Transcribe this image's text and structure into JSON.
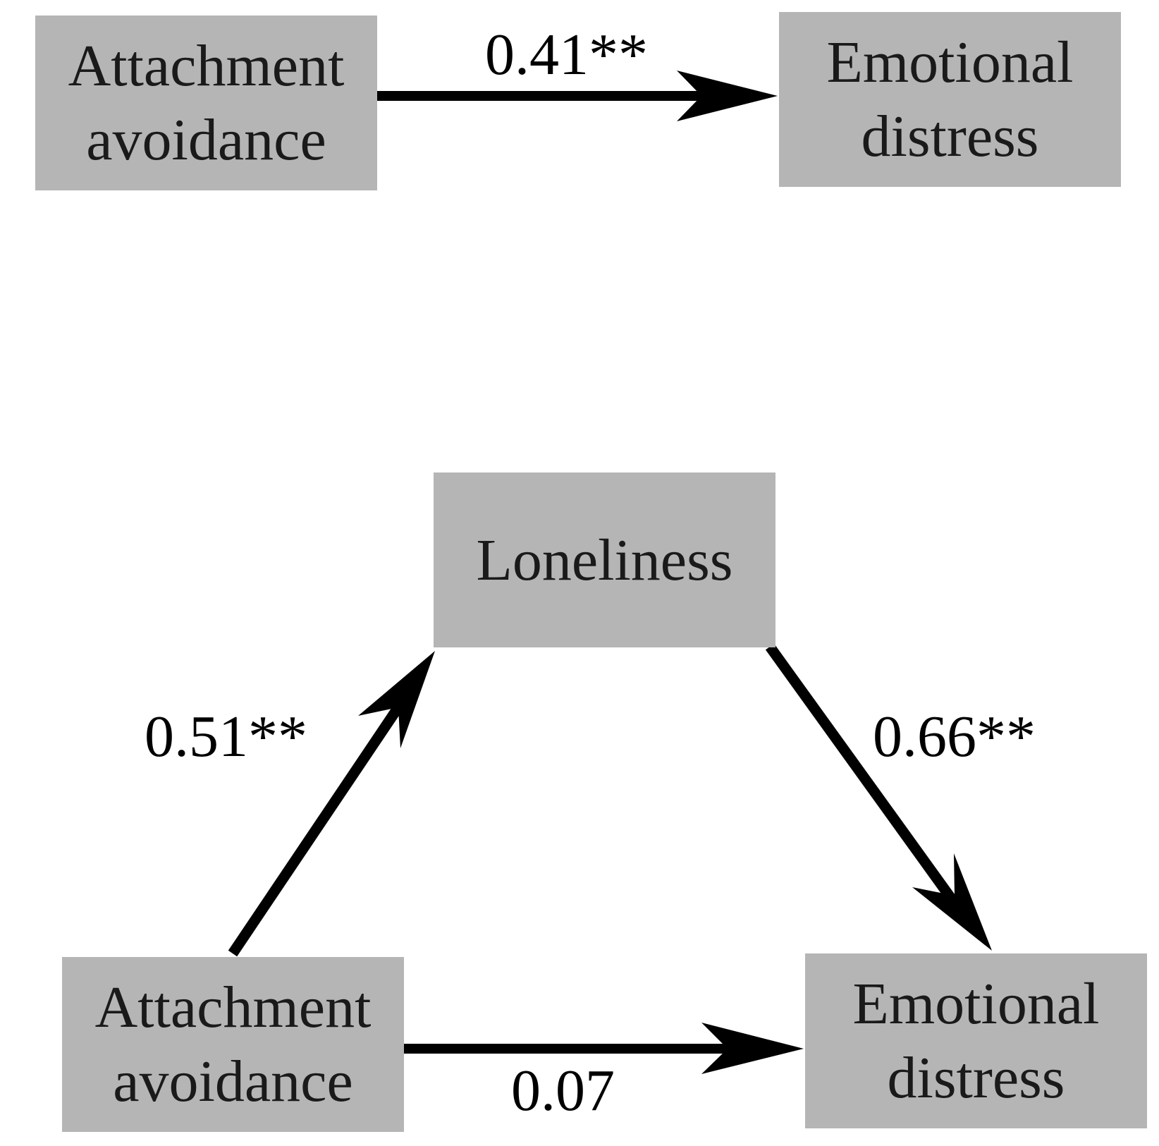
{
  "top_model": {
    "predictor": {
      "line1": "Attachment",
      "line2": "avoidance"
    },
    "outcome": {
      "line1": "Emotional",
      "line2": "distress"
    },
    "total_effect": "0.41**"
  },
  "mediation_model": {
    "predictor": {
      "line1": "Attachment",
      "line2": "avoidance"
    },
    "mediator": {
      "label": "Loneliness"
    },
    "outcome": {
      "line1": "Emotional",
      "line2": "distress"
    },
    "path_a": "0.51**",
    "path_b": "0.66**",
    "direct_effect": "0.07"
  },
  "colors": {
    "box_fill": "#b5b5b5",
    "arrow": "#000000"
  }
}
